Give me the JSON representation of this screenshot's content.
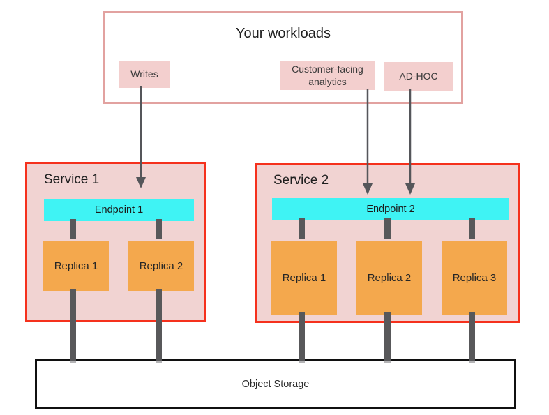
{
  "workloads": {
    "title": "Your workloads",
    "items": [
      {
        "label": "Writes"
      },
      {
        "label": "Customer-facing analytics"
      },
      {
        "label": "AD-HOC"
      }
    ]
  },
  "services": [
    {
      "title": "Service 1",
      "endpoint": "Endpoint 1",
      "replicas": [
        "Replica 1",
        "Replica 2"
      ]
    },
    {
      "title": "Service 2",
      "endpoint": "Endpoint 2",
      "replicas": [
        "Replica 1",
        "Replica 2",
        "Replica 3"
      ]
    }
  ],
  "storage": {
    "label": "Object Storage"
  },
  "colors": {
    "workloads_border": "#e2a2a0",
    "workload_item_bg": "#f3cfce",
    "service_border": "#f5311d",
    "service_bg": "#f1d3d2",
    "endpoint_bg": "#3ff3f4",
    "replica_bg": "#f4a84d",
    "connector": "#58585a",
    "connector_stub": "#b4b4b6",
    "arrow": "#55565a",
    "storage_border": "#101010",
    "text": "#222222"
  }
}
